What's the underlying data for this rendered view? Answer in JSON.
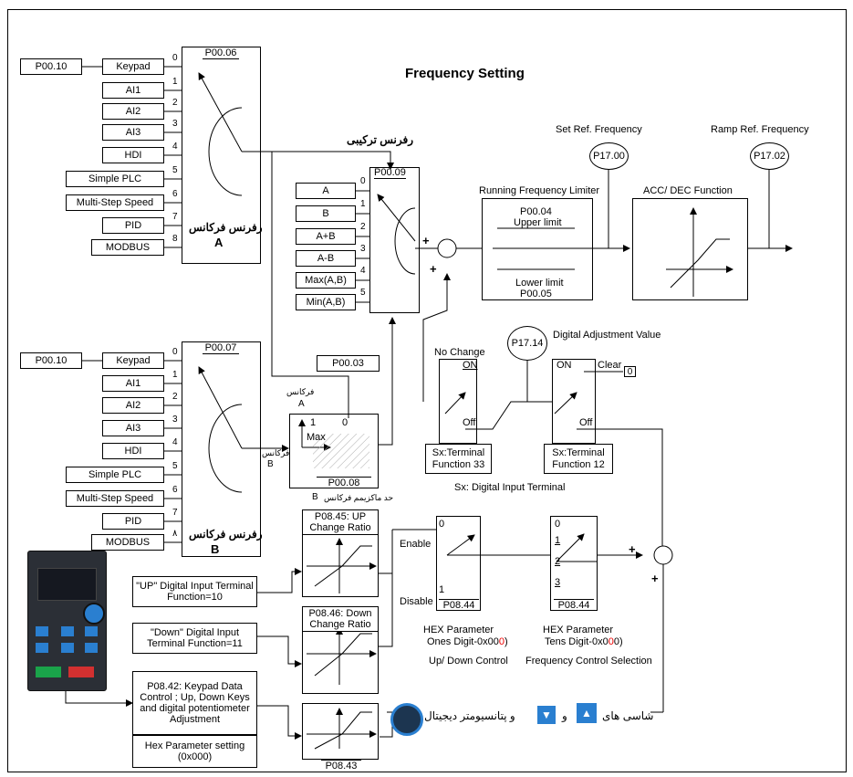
{
  "title": "Frequency Setting",
  "src_a": {
    "header": "P00.06",
    "left_param": "P00.10",
    "inputs": [
      "Keypad",
      "AI1",
      "AI2",
      "AI3",
      "HDI",
      "Simple PLC",
      "Multi-Step Speed",
      "PID",
      "MODBUS"
    ],
    "nums": [
      "0",
      "1",
      "2",
      "3",
      "4",
      "5",
      "6",
      "7",
      "8"
    ],
    "label_fa": "رفرنس فرکانس",
    "label_letter": "A"
  },
  "src_b": {
    "header": "P00.07",
    "left_param": "P00.10",
    "inputs": [
      "Keypad",
      "AI1",
      "AI2",
      "AI3",
      "HDI",
      "Simple PLC",
      "Multi-Step Speed",
      "PID",
      "MODBUS"
    ],
    "nums": [
      "0",
      "1",
      "2",
      "3",
      "4",
      "5",
      "6",
      "7",
      "٨"
    ],
    "label_fa": "رفرنس فرکانس",
    "label_letter": "B"
  },
  "combined_label_fa": "رفرنس ترکیبی",
  "combo": {
    "header": "P00.09",
    "options": [
      "A",
      "B",
      "A+B",
      "A-B",
      "Max(A,B)",
      "Min(A,B)"
    ],
    "nums": [
      "0",
      "1",
      "2",
      "3",
      "4",
      "5"
    ]
  },
  "maxbox": {
    "top": "P00.03",
    "bottom": "P00.08",
    "one": "1",
    "zero": "0",
    "max": "Max",
    "freq_a_fa": "فرکانس",
    "freq_a": "A",
    "freq_b_fa": "فرکانس",
    "freq_b": "B",
    "caption_fa": "حد ماکزیمم فرکانس",
    "caption_letter": "B"
  },
  "limiter": {
    "title": "Running Frequency Limiter",
    "upper_param": "P00.04",
    "upper": "Upper limit",
    "lower": "Lower limit",
    "lower_param": "P00.05"
  },
  "accdec": {
    "title": "ACC/ DEC Function"
  },
  "set_ref": {
    "label": "Set Ref. Frequency",
    "param": "P17.00"
  },
  "ramp_ref": {
    "label": "Ramp Ref. Frequency",
    "param": "P17.02"
  },
  "digital_adj": {
    "label": "Digital Adjustment Value",
    "param": "P17.14"
  },
  "no_change": {
    "label": "No Change",
    "on": "ON",
    "off": "Off",
    "terminal": "Sx:Terminal Function 33"
  },
  "clear_sw": {
    "on": "ON",
    "clear": "Clear",
    "zero": "0",
    "off": "Off",
    "terminal": "Sx:Terminal Function 12"
  },
  "sx_note": "Sx: Digital Input Terminal",
  "up_ratio": {
    "title": "P08.45: UP Change Ratio"
  },
  "down_ratio": {
    "title": "P08.46: Down Change Ratio"
  },
  "p0843": "P08.43",
  "up_input": "\"UP\" Digital Input Terminal Function=10",
  "down_input": "\"Down\" Digital Input Terminal Function=11",
  "keypad_ctrl": "P08.42: Keypad Data Control ; Up, Down Keys and digital potentiometer Adjustment",
  "hex_setting": "Hex Parameter setting (0x000)",
  "updown_sw": {
    "enable": "Enable",
    "disable": "Disable",
    "zero": "0",
    "one": "1",
    "param": "P08.44",
    "hex1": "HEX Parameter",
    "hex2_pre": "Ones Digit-0x00",
    "hex2_red": "0",
    "hex2_post": ")",
    "caption": "Up/ Down Control"
  },
  "fcs_sw": {
    "nums": [
      "0",
      "1",
      "2",
      "3"
    ],
    "param": "P08.44",
    "hex1": "HEX Parameter",
    "hex2_pre": "Tens Digit-0x0",
    "hex2_red": "0",
    "hex2_post": "0)",
    "caption": "Frequency Control Selection"
  },
  "bottom_fa": {
    "part1": "شاسی های",
    "part2": "و",
    "part3": "و پتانسیومتر دیجیتال"
  },
  "colors": {
    "line": "#000000",
    "red": "#e00000",
    "keypad_body": "#2b2f36",
    "key_blue": "#2a7fd0",
    "key_green": "#1aa34a",
    "key_red": "#d23030"
  }
}
